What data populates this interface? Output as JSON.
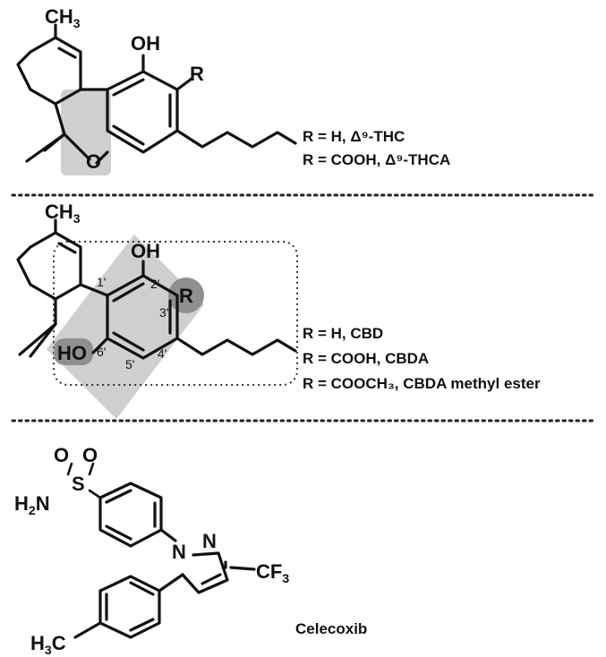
{
  "thc": {
    "ch3": "CH",
    "ch3_sub": "3",
    "oh": "OH",
    "o": "O",
    "r": "R",
    "label_1": "R = H, Δ⁹-THC",
    "label_2": "R = COOH, Δ⁹-THCA"
  },
  "cbd": {
    "ch3": "CH",
    "ch3_sub": "3",
    "oh_top": "OH",
    "oh_bottom": "HO",
    "r": "R",
    "pos_1": "1'",
    "pos_2": "2'",
    "pos_3": "3'",
    "pos_4": "4'",
    "pos_5": "5'",
    "pos_6": "6'",
    "label_1": "R = H, CBD",
    "label_2": "R = COOH, CBDA",
    "label_3": "R = COOCH₃, CBDA methyl ester"
  },
  "celecoxib": {
    "o1": "O",
    "o2": "O",
    "s": "S",
    "h2n": "H",
    "h2n_sub": "2",
    "h2n_n": "N",
    "n1": "N",
    "n2": "N",
    "cf3": "CF",
    "cf3_sub": "3",
    "h3c": "H",
    "h3c_sub": "3",
    "h3c_c": "C",
    "name": "Celecoxib"
  },
  "colors": {
    "highlight_light": "#cfcfcf",
    "highlight_dark": "#8f8f8f",
    "ink": "#111111"
  }
}
